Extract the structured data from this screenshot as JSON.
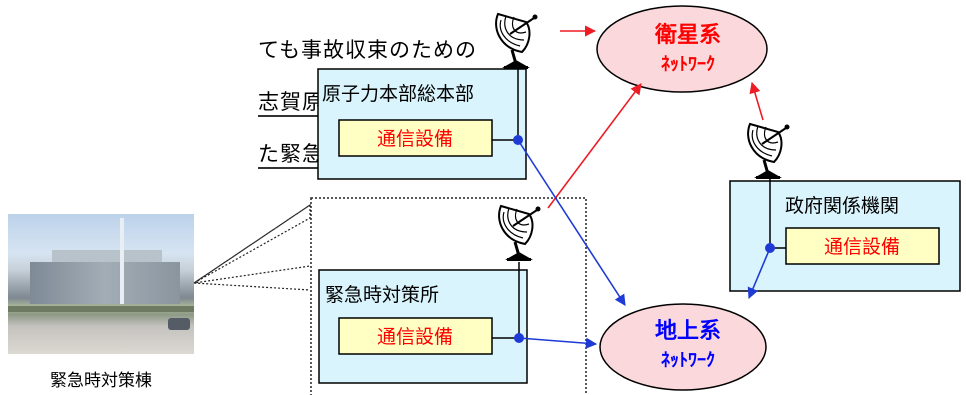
{
  "text_lines": [
    "ても事故収束のための",
    "志賀原子力発電所に耐",
    "た緊急時対策棟（緊急"
  ],
  "photo_caption": "緊急時対策棟",
  "boxes": {
    "hq": {
      "title": "原子力本部総本部",
      "equipment": "通信設備"
    },
    "emergency": {
      "title": "緊急時対策所",
      "equipment": "通信設備"
    },
    "government": {
      "title": "政府関係機関",
      "equipment": "通信設備"
    }
  },
  "networks": {
    "satellite": {
      "line1": "衛星系",
      "line2": "ﾈｯﾄﾜｰｸ"
    },
    "terrestrial": {
      "line1": "地上系",
      "line2": "ﾈｯﾄﾜｰｸ"
    }
  },
  "colors": {
    "box_fill": "#d9f4fc",
    "equipment_fill": "#ffffc4",
    "network_fill": "#fbd8dc",
    "red": "#ee1c24",
    "blue": "#1f3bd6",
    "text_red": "#ff0000",
    "text_blue": "#0000ff"
  },
  "icons": [
    "satellite-dish-icon"
  ]
}
